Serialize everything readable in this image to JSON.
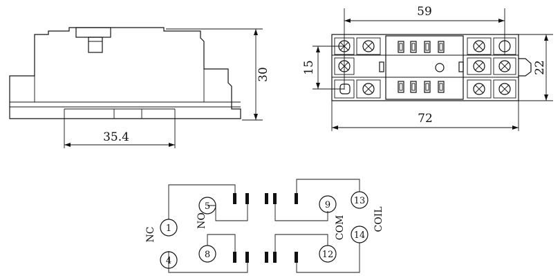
{
  "dimensions": {
    "side_height": "30",
    "side_width": "35.4",
    "top_pitch": "59",
    "top_overall": "72",
    "top_left_height": "15",
    "top_right_height": "22"
  },
  "terminals": {
    "t1": "1",
    "t4": "4",
    "t5": "5",
    "t8": "8",
    "t9": "9",
    "t12": "12",
    "t13": "13",
    "t14": "14"
  },
  "labels": {
    "nc": "NC",
    "no": "NO",
    "com": "COM",
    "coil": "COIL"
  }
}
